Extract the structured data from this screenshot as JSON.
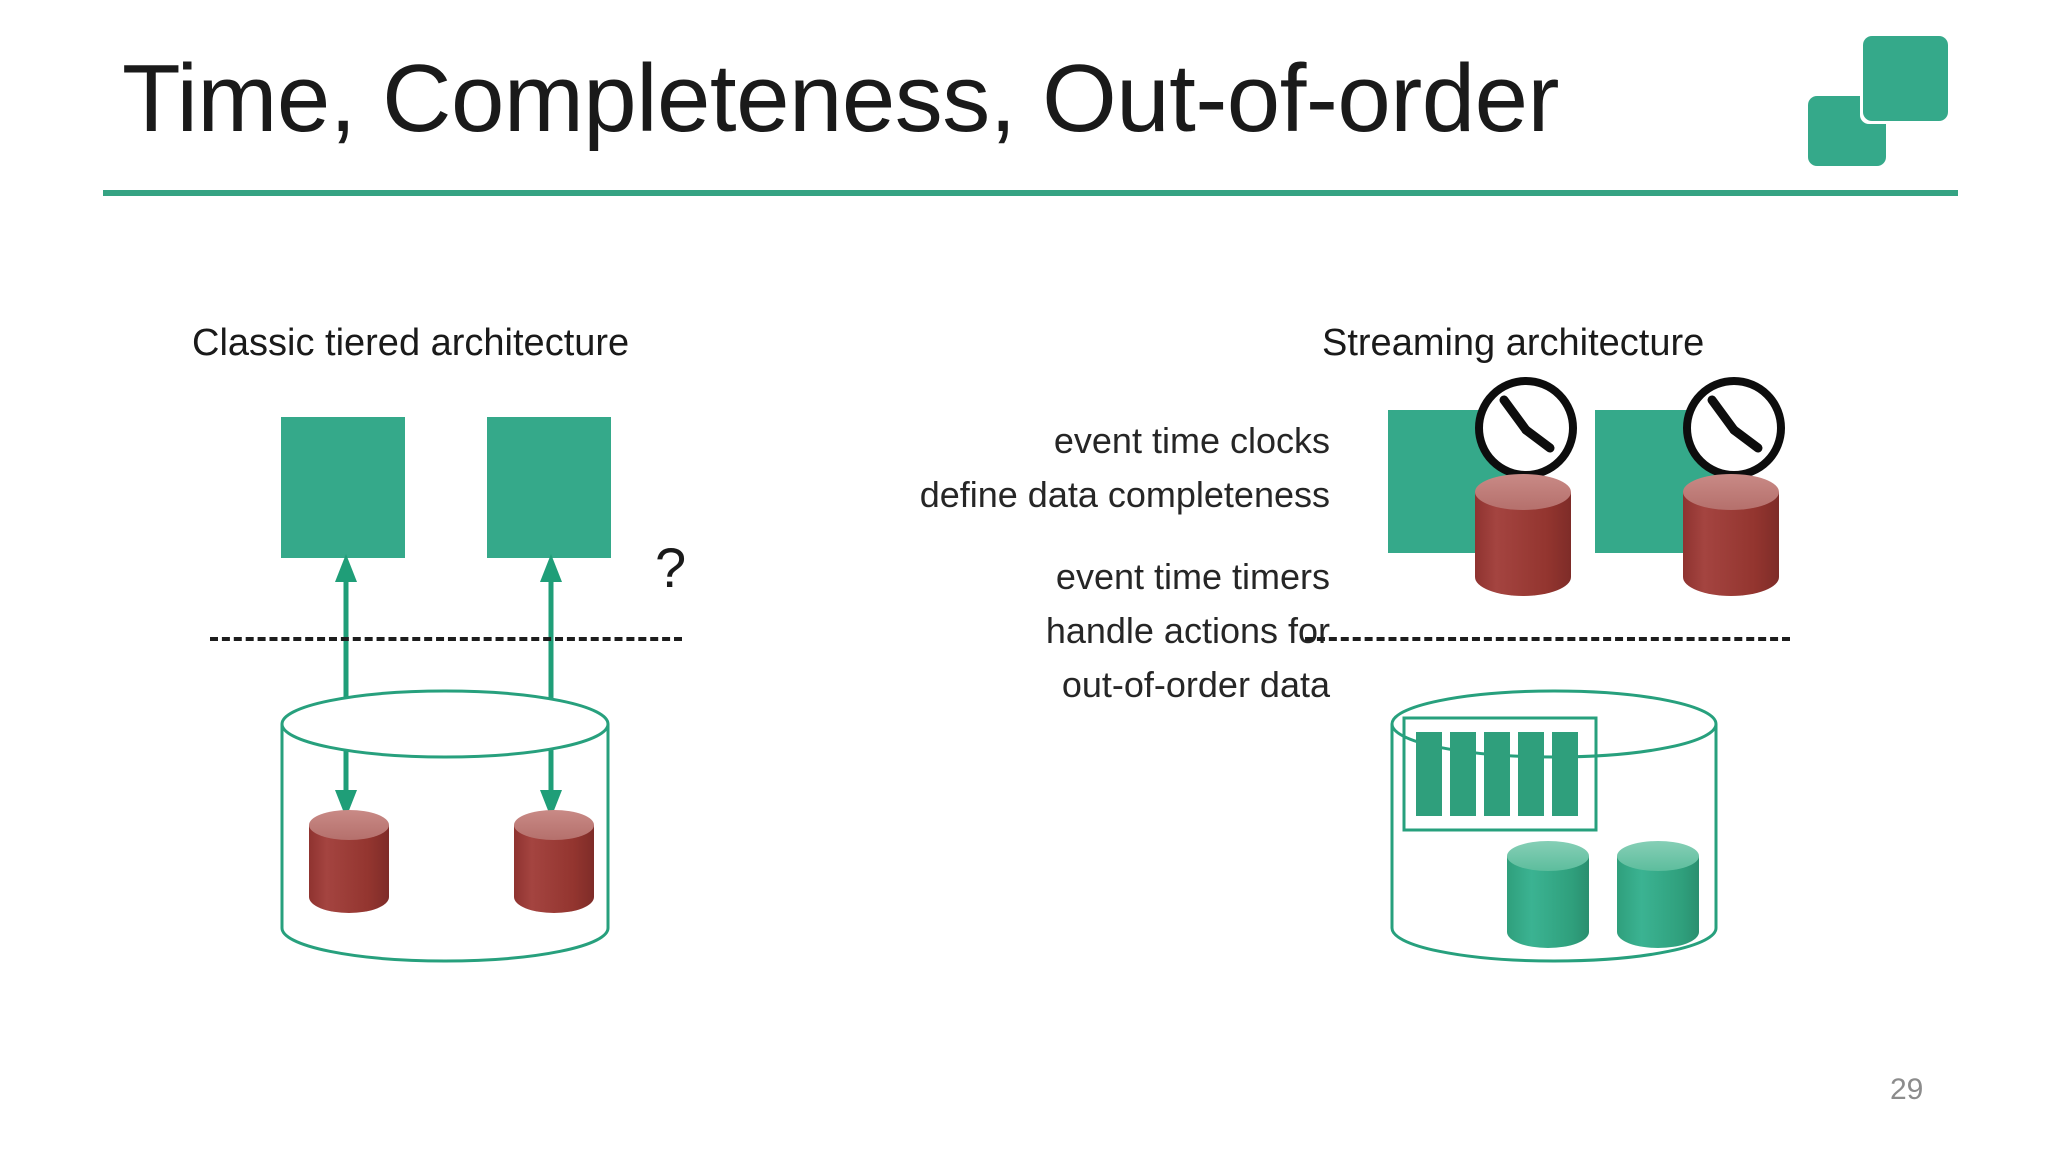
{
  "slide": {
    "title": "Time, Completeness, Out-of-order",
    "page_number": "29",
    "accent_color": "#35a383",
    "teal_color": "#35a98a",
    "dark_red_color": "#9e3b38",
    "outline_color": "#27a07d",
    "text_color": "#1a1a1a",
    "page_number_color": "#8c8c8c"
  },
  "logo": {
    "name": "two-overlapping-rounded-squares",
    "color": "#35a98a"
  },
  "left_panel": {
    "heading": "Classic tiered architecture",
    "question_mark": "?",
    "compute_nodes": 2,
    "stored_cylinders": 2,
    "separator": "dashed-tier-boundary"
  },
  "center_annotations": [
    {
      "name": "event-time-clocks",
      "text": "event time clocks\ndefine data completeness"
    },
    {
      "name": "event-time-timers",
      "text": "event time timers\nhandle actions for\nout-of-order data"
    }
  ],
  "right_panel": {
    "heading": "Streaming architecture",
    "compute_nodes": 2,
    "clocks": 2,
    "clock_reading": "10:20",
    "log_segments": 5,
    "state_cylinders": 2,
    "separator": "dashed-tier-boundary"
  }
}
